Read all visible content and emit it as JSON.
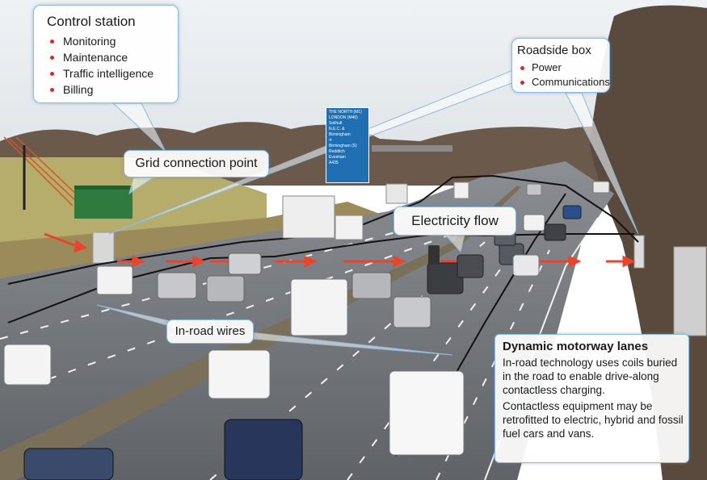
{
  "callouts": {
    "control_station": {
      "title": "Control station",
      "items": [
        "Monitoring",
        "Maintenance",
        "Traffic intelligence",
        "Billing"
      ]
    },
    "roadside_box": {
      "title": "Roadside box",
      "items": [
        "Power",
        "Communications"
      ]
    },
    "grid_connection_point": "Grid connection point",
    "electricity_flow": "Electricity flow",
    "in_road_wires": "In-road wires",
    "dynamic_motorway_lanes": {
      "title": "Dynamic motorway lanes",
      "paragraphs": [
        "In-road technology uses coils buried in the road to enable drive-along contactless charging.",
        "Contactless equipment may be retrofitted to electric, hybrid and fossil fuel cars and vans."
      ]
    }
  },
  "road_sign": {
    "lines": [
      "THE NORTH (M1)",
      "LONDON (M40)",
      "Solihull",
      "N.E.C. &",
      "Birmingham",
      "",
      "Birmingham (S)",
      "Redditch",
      "Evesham",
      "A435"
    ]
  },
  "colors": {
    "callout_border": "#8fb9d9",
    "bullet": "#d9272e",
    "flow_arrow": "#e8452c",
    "sky": "#e9eef2",
    "road": "#6d7176",
    "grass": "#9a9258",
    "sign_blue": "#1f6fb2",
    "substation": "#2f7a3f"
  }
}
